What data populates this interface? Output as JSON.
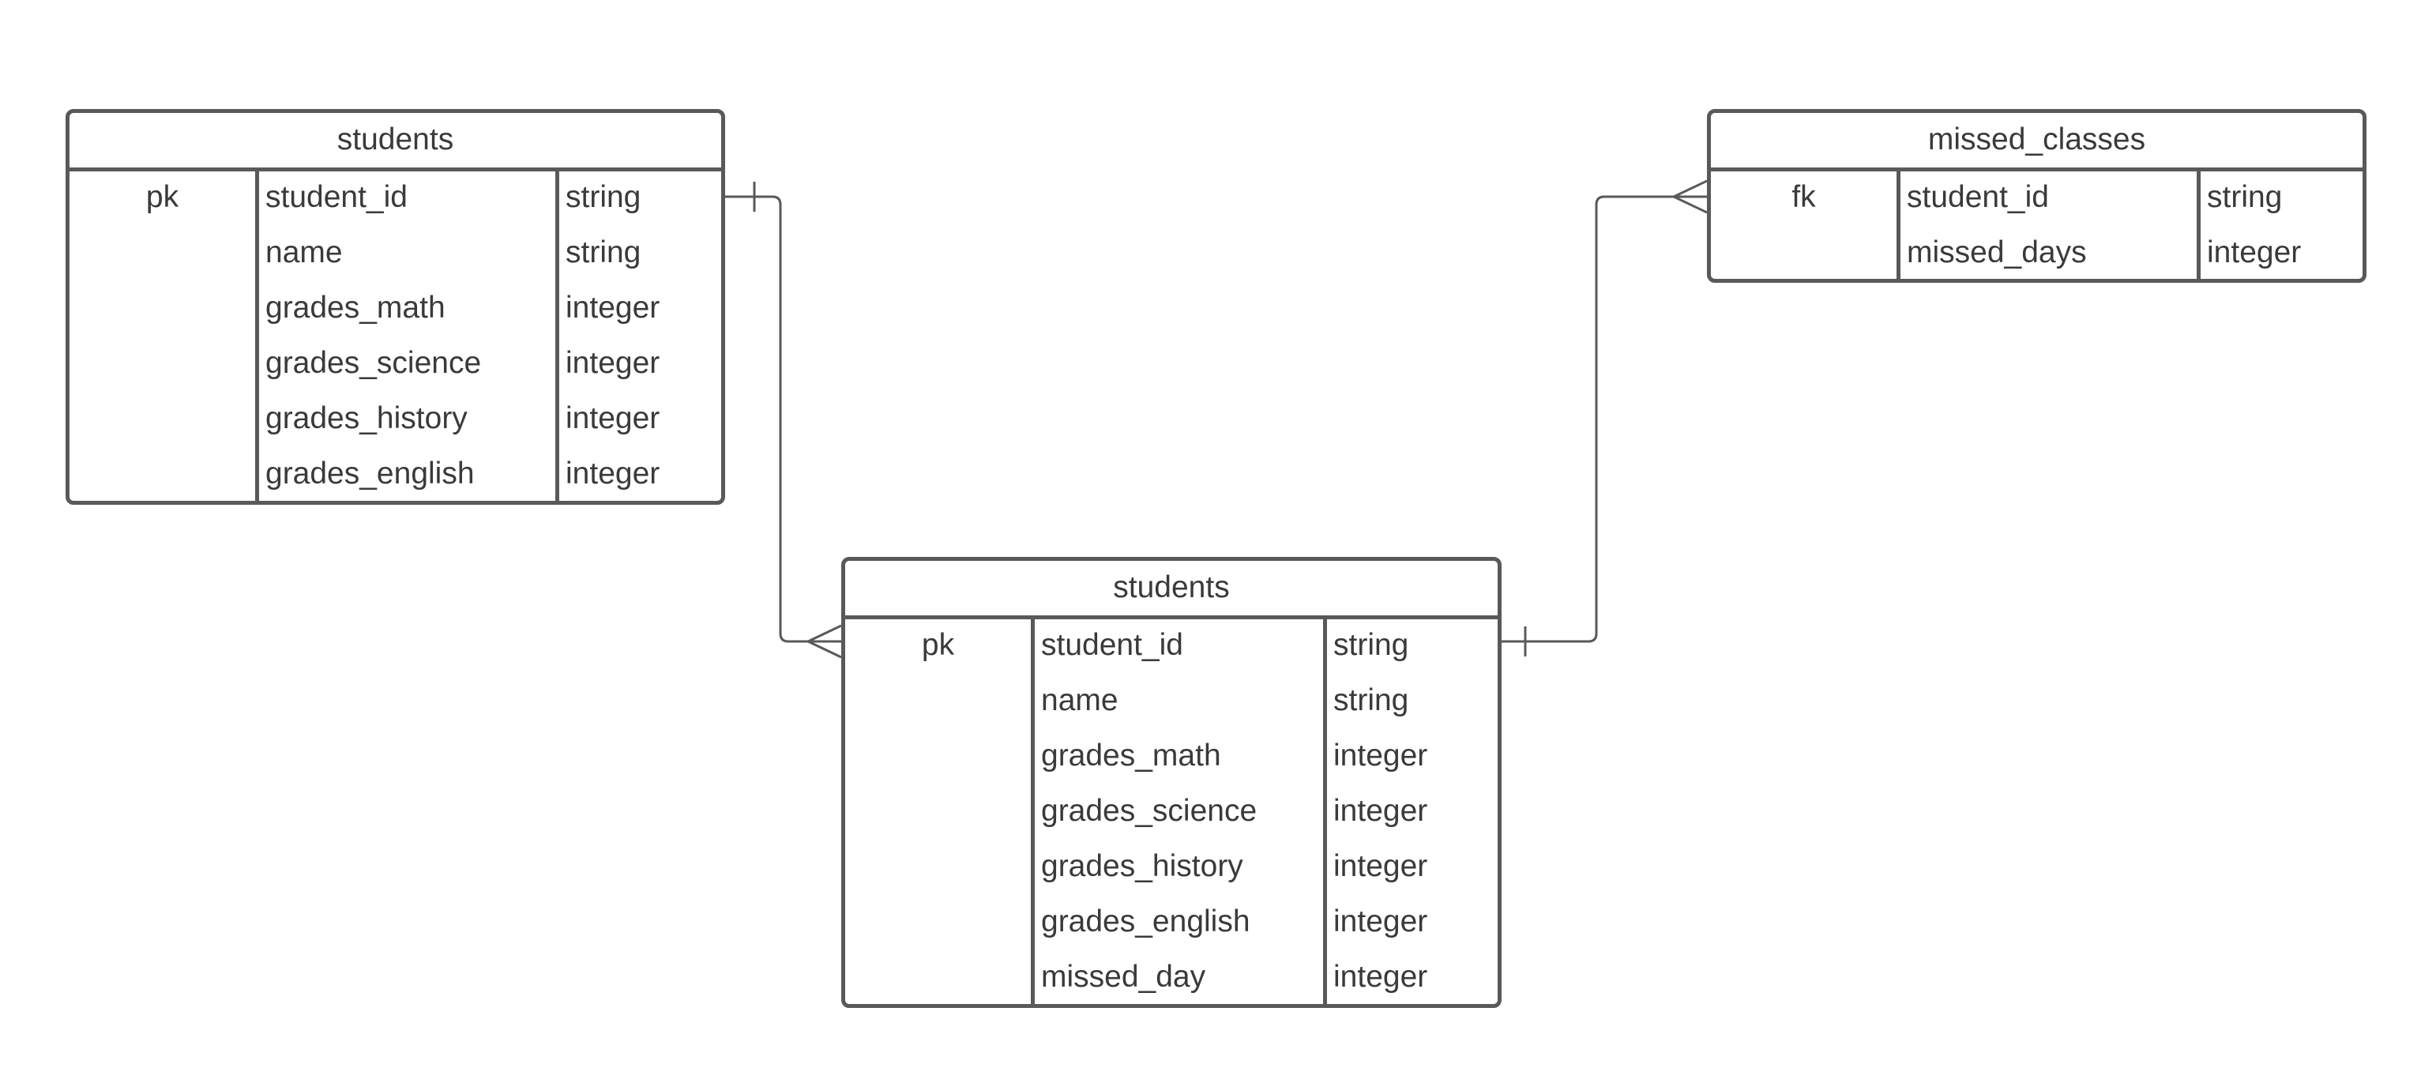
{
  "entities": [
    {
      "title": "students",
      "rows": [
        {
          "key": "pk",
          "name": "student_id",
          "type": "string"
        },
        {
          "key": "",
          "name": "name",
          "type": "string"
        },
        {
          "key": "",
          "name": "grades_math",
          "type": "integer"
        },
        {
          "key": "",
          "name": "grades_science",
          "type": "integer"
        },
        {
          "key": "",
          "name": "grades_history",
          "type": "integer"
        },
        {
          "key": "",
          "name": "grades_english",
          "type": "integer"
        }
      ]
    },
    {
      "title": "students",
      "rows": [
        {
          "key": "pk",
          "name": "student_id",
          "type": "string"
        },
        {
          "key": "",
          "name": "name",
          "type": "string"
        },
        {
          "key": "",
          "name": "grades_math",
          "type": "integer"
        },
        {
          "key": "",
          "name": "grades_science",
          "type": "integer"
        },
        {
          "key": "",
          "name": "grades_history",
          "type": "integer"
        },
        {
          "key": "",
          "name": "grades_english",
          "type": "integer"
        },
        {
          "key": "",
          "name": "missed_day",
          "type": "integer"
        }
      ]
    },
    {
      "title": "missed_classes",
      "rows": [
        {
          "key": "fk",
          "name": "student_id",
          "type": "string"
        },
        {
          "key": "",
          "name": "missed_days",
          "type": "integer"
        }
      ]
    }
  ],
  "relationships": [
    {
      "from_entity": 0,
      "from_cardinality": "one",
      "to_entity": 1,
      "to_cardinality": "many"
    },
    {
      "from_entity": 1,
      "from_cardinality": "one",
      "to_entity": 2,
      "to_cardinality": "many"
    }
  ],
  "colors": {
    "line": "#595959",
    "text": "#3a3a3a",
    "background": "#ffffff"
  }
}
